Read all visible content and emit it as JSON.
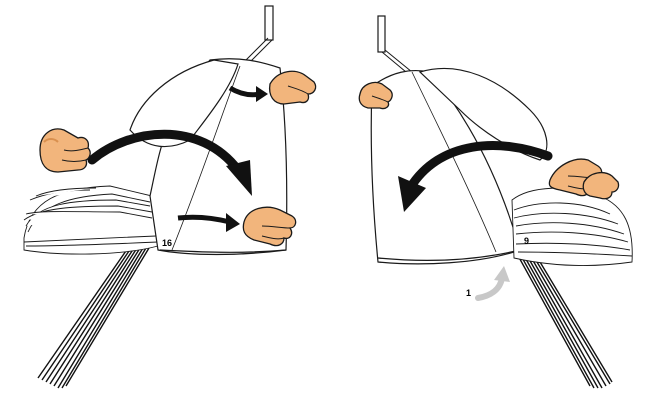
{
  "panels": {
    "left": {
      "step_number": "16"
    },
    "right": {
      "step_number": "9",
      "secondary_label": "1"
    }
  },
  "colors": {
    "skin": "#f2b57c",
    "skin_shadow": "#d9904f",
    "outline": "#1a1a1a",
    "arrow": "#111111",
    "hint_arrow": "#c8c8c8",
    "cloth": "#ffffff"
  },
  "icons": {
    "hand": "hand-icon",
    "curved_arrow": "curved-arrow-icon",
    "straight_arrow": "straight-arrow-icon",
    "lines_bundle": "suspension-lines-icon",
    "attachment": "attachment-hook-icon"
  }
}
